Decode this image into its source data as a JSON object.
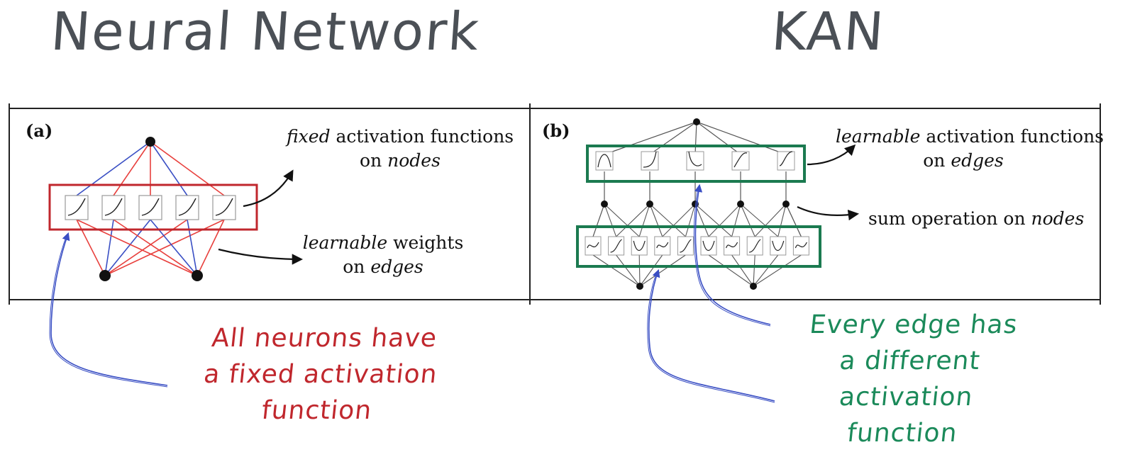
{
  "titles": {
    "left": "Neural Network",
    "right": "KAN"
  },
  "panel_a": {
    "label": "(a)",
    "annotation_top": {
      "italic": "fixed",
      "rest_line1": " activation functions",
      "line2_prefix": "on ",
      "line2_italic": "nodes"
    },
    "annotation_bottom": {
      "italic": "learnable",
      "rest_line1": " weights",
      "line2_prefix": "on ",
      "line2_italic": "edges"
    }
  },
  "panel_b": {
    "label": "(b)",
    "annotation_top": {
      "italic": "learnable",
      "rest_line1": " activation functions",
      "line2_prefix": "on ",
      "line2_italic": "edges"
    },
    "annotation_mid": {
      "prefix": "sum operation on ",
      "italic": "nodes"
    }
  },
  "notes": {
    "nn": [
      "All neurons have",
      "a fixed activation",
      "function"
    ],
    "kan": [
      "Every edge has",
      "a different",
      "activation",
      "function"
    ]
  },
  "colors": {
    "title": "#4b5056",
    "nn_highlight": "#c0272d",
    "kan_highlight": "#1b7a50",
    "arrow_blue": "#3a4fc4",
    "red_edge": "#e8403d",
    "blue_edge": "#3a4fc4"
  }
}
